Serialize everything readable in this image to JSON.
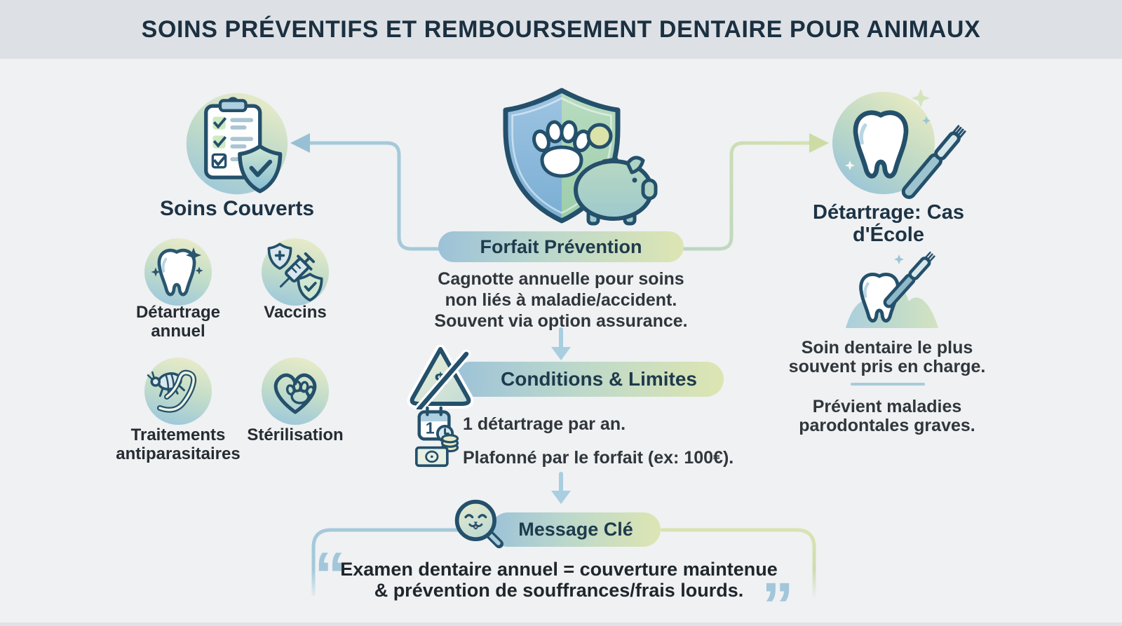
{
  "header": {
    "title": "SOINS PRÉVENTIFS ET REMBOURSEMENT DENTAIRE POUR ANIMAUX"
  },
  "left": {
    "badge_icon": "clipboard-checklist-shield-icon",
    "heading": "Soins Couverts",
    "items": [
      {
        "icon": "sparkling-tooth-icon",
        "label": "Détartrage annuel"
      },
      {
        "icon": "vaccine-syringe-shield-icon",
        "label": "Vaccins"
      },
      {
        "icon": "flea-worm-icon",
        "label": "Traitements antiparasitaires"
      },
      {
        "icon": "heart-paw-icon",
        "label": "Stérilisation"
      }
    ]
  },
  "center": {
    "hero_icon": "shield-paw-piggy-bank-icon",
    "forfait_pill": "Forfait Prévention",
    "forfait_desc_lines": [
      "Cagnotte annuelle pour soins",
      "non liés à maladie/accident.",
      "Souvent via option assurance."
    ],
    "conditions_pill": "Conditions & Limites",
    "conditions_icon": "crossed-dollar-warning-triangle-icon",
    "conditions_items": [
      {
        "icon": "calendar-clock-icon",
        "text": "1 détartrage par an."
      },
      {
        "icon": "banknote-coins-icon",
        "text": "Plafonné par le forfait (ex: 100€)."
      }
    ],
    "message_pill": "Message Clé",
    "message_icon": "magnifier-happy-pet-icon",
    "quote": {
      "open": "“",
      "lines": [
        "Examen dentaire annuel = couverture maintenue",
        "& prévention de souffrances/frais lourds."
      ],
      "close": "”"
    }
  },
  "right": {
    "icon": "tooth-toothbrush-sparkle-icon",
    "heading_lines": [
      "Détartrage: Cas",
      "d'École"
    ],
    "secondary_icon": "tooth-brushing-icon",
    "text_primary_lines": [
      "Soin dentaire le plus",
      "souvent pris en charge."
    ],
    "text_secondary_lines": [
      "Prévient maladies",
      "parodontales graves."
    ]
  },
  "colors": {
    "canvas_bg": "#eff1f3",
    "header_bg": "#dde1e5",
    "title_navy": "#1b3040",
    "icon_navy": "#24506b",
    "pill_text": "#1e3a4d",
    "pill_gradient_start": "#9cc2d8",
    "pill_gradient_end": "#dde5b2",
    "arrow_blue": "#a8cee0",
    "arrow_green": "#ccdca4",
    "quote_mark_blue": "#a3c6da",
    "body_text": "#30363b"
  }
}
